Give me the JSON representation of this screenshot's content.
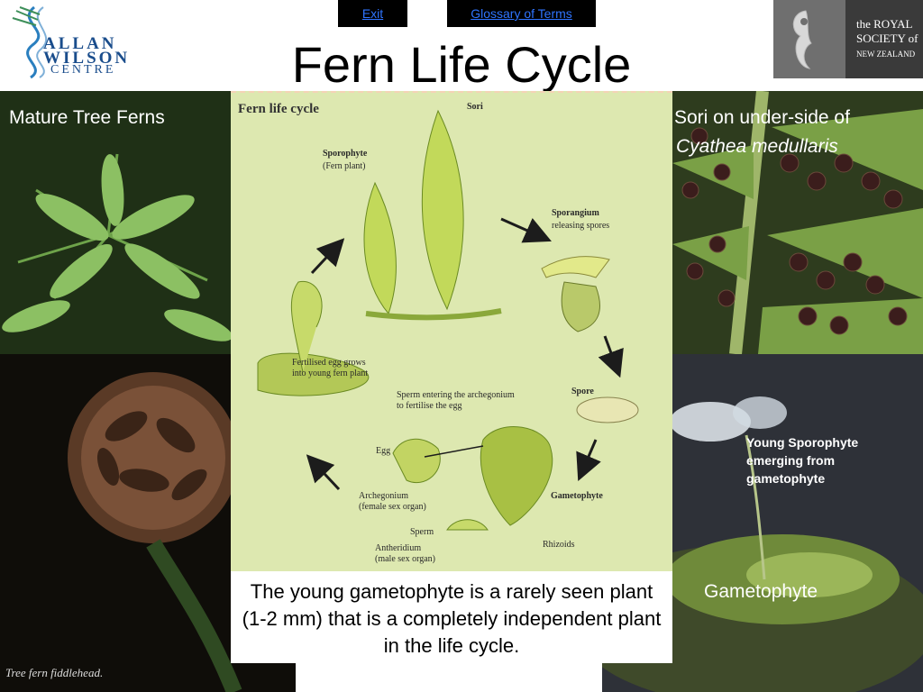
{
  "nav": {
    "exit_label": "Exit",
    "glossary_label": "Glossary of Terms"
  },
  "title": "Fern Life Cycle",
  "logos": {
    "awc_line1": "ALLAN",
    "awc_line2": "WILSON",
    "awc_line3": "CENTRE",
    "royal_line1": "the ROYAL",
    "royal_line2": "SOCIETY of",
    "royal_line3": "NEW ZEALAND"
  },
  "panels": {
    "tree_label": "Mature Tree Ferns",
    "fiddlehead_caption": "Tree fern fiddlehead.",
    "sori_label_1": "Sori on under-side of",
    "sori_label_2": "Cyathea medullaris",
    "sporophyte_label": "Young Sporophyte emerging from gametophyte",
    "gametophyte_label": "Gametophyte"
  },
  "diagram": {
    "title": "Fern life cycle",
    "sori": "Sori",
    "sporophyte": "Sporophyte",
    "fern_plant": "(Fern plant)",
    "sporangium": "Sporangium",
    "releasing_spores": "releasing spores",
    "spore": "Spore",
    "gametophyte": "Gametophyte",
    "rhizoids": "Rhizoids",
    "fertilised_1": "Fertilised egg grows",
    "fertilised_2": "into young fern plant",
    "sperm_entering_1": "Sperm entering the archegonium",
    "sperm_entering_2": "to fertilise the egg",
    "egg": "Egg",
    "archegonium": "Archegonium",
    "female_organ": "(female sex organ)",
    "sperm": "Sperm",
    "antheridium": "Antheridium",
    "male_organ": "(male sex organ)"
  },
  "caption": "The young gametophyte is a rarely seen plant (1-2 mm) that is a completely independent plant in the life cycle.",
  "colors": {
    "nav_bg": "#000000",
    "link": "#2f74ff",
    "diagram_bg": "#dde8b0",
    "fern_green": "#a9c93a"
  }
}
